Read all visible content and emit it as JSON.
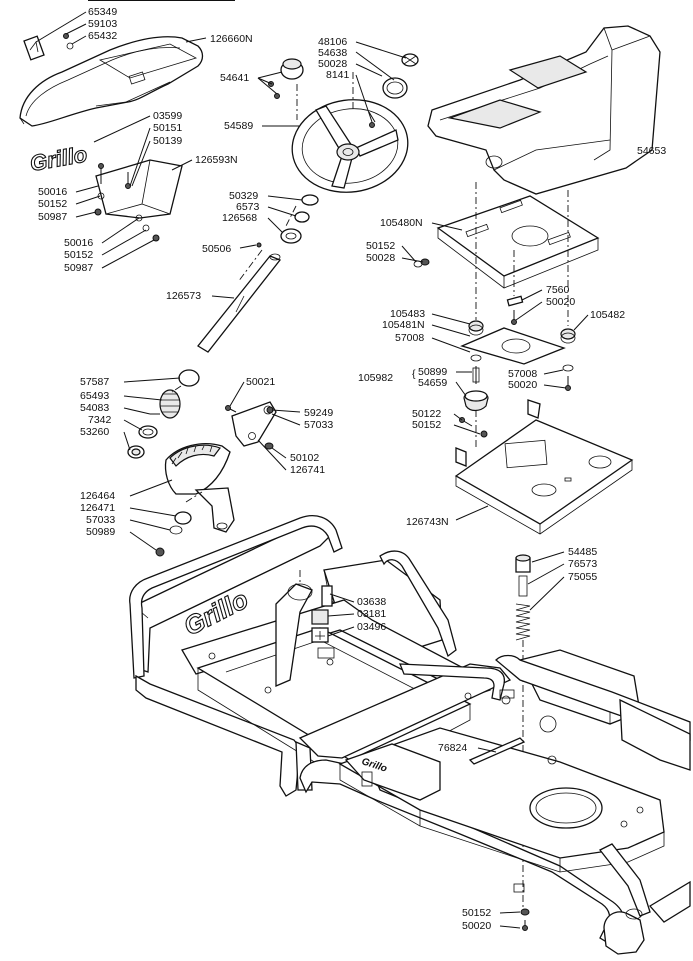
{
  "labels": {
    "p65349": "65349",
    "p59103": "59103",
    "p65432": "65432",
    "p126660N": "126660N",
    "p48106": "48106",
    "p54638": "54638",
    "p50028a": "50028",
    "p8141": "8141",
    "p54641": "54641",
    "p54589": "54589",
    "p03599": "03599",
    "p50151": "50151",
    "p50139": "50139",
    "p126593N": "126593N",
    "p54653": "54653",
    "p50016a": "50016",
    "p50152a": "50152",
    "p50987a": "50987",
    "p50329": "50329",
    "p6573": "6573",
    "p126568": "126568",
    "p50016b": "50016",
    "p50152b": "50152",
    "p50987b": "50987",
    "p50506": "50506",
    "p105480N": "105480N",
    "p50152c": "50152",
    "p50028b": "50028",
    "p126573": "126573",
    "p7560": "7560",
    "p50020a": "50020",
    "p105483": "105483",
    "p105481N": "105481N",
    "p57008a": "57008",
    "p105482": "105482",
    "p105982": "105982",
    "p50899": "50899",
    "p54659": "54659",
    "p57008b": "57008",
    "p50020b": "50020",
    "p57587": "57587",
    "p65493": "65493",
    "p54083": "54083",
    "p7342": "7342",
    "p53260": "53260",
    "p50021": "50021",
    "p59249": "59249",
    "p57033a": "57033",
    "p50122": "50122",
    "p50152d": "50152",
    "p50102": "50102",
    "p126741": "126741",
    "p126464": "126464",
    "p126471": "126471",
    "p57033b": "57033",
    "p50989": "50989",
    "p126743N": "126743N",
    "p54485": "54485",
    "p76573": "76573",
    "p75055": "75055",
    "p03638": "03638",
    "p03181": "03181",
    "p03496": "03496",
    "p76824": "76824",
    "p50152e": "50152",
    "p50020c": "50020"
  },
  "logos": {
    "decal": "Grillo",
    "frame_panel": "Grillo",
    "frame_plate": "Grillo"
  }
}
